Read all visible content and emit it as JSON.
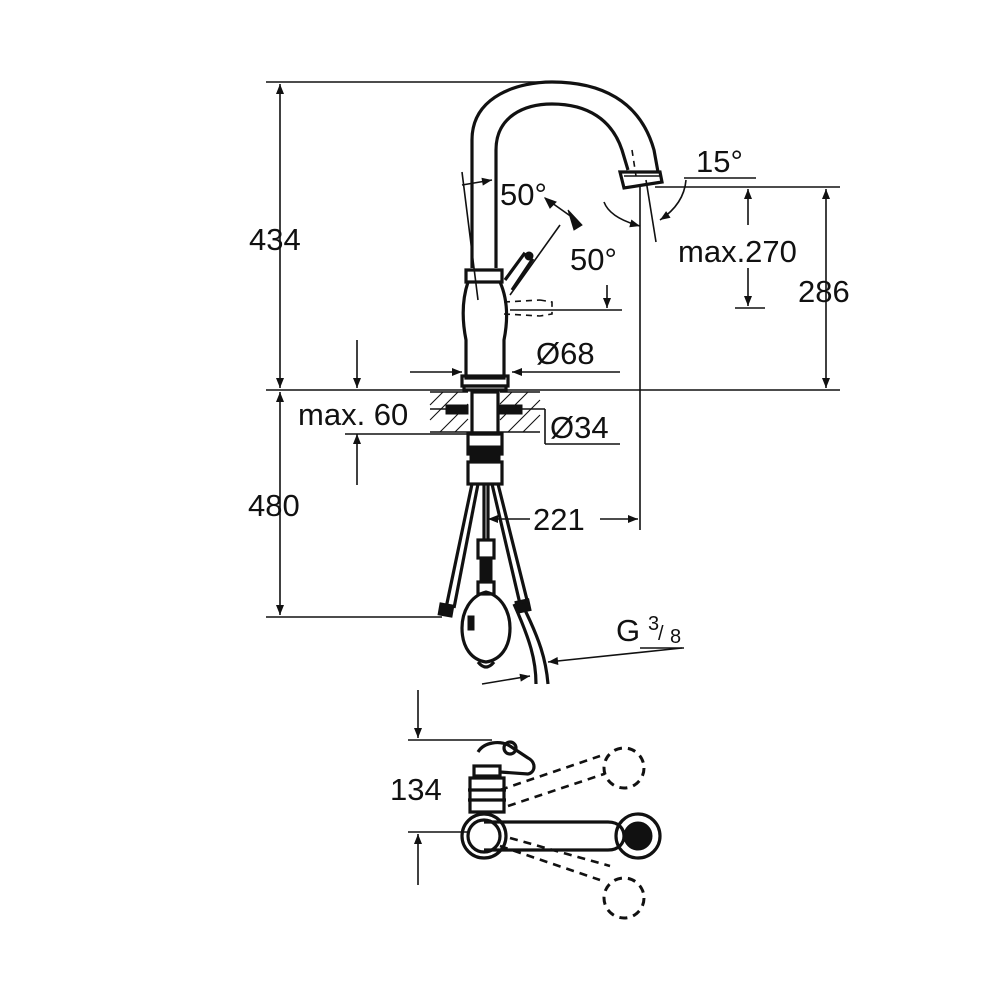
{
  "drawing": {
    "dimensions": {
      "total_height": "434",
      "spout_angle": "50°",
      "lever_angle": "50°",
      "spray_tilt": "15°",
      "spout_reach_height": "max.270",
      "outlet_height": "286",
      "base_diameter": "Ø68",
      "mount_thickness": "max. 60",
      "shank_diameter": "Ø34",
      "below_counter_length": "480",
      "spout_projection": "221",
      "thread_prefix": "G",
      "thread_num": "3",
      "thread_den": "8",
      "lever_clearance": "134"
    }
  }
}
